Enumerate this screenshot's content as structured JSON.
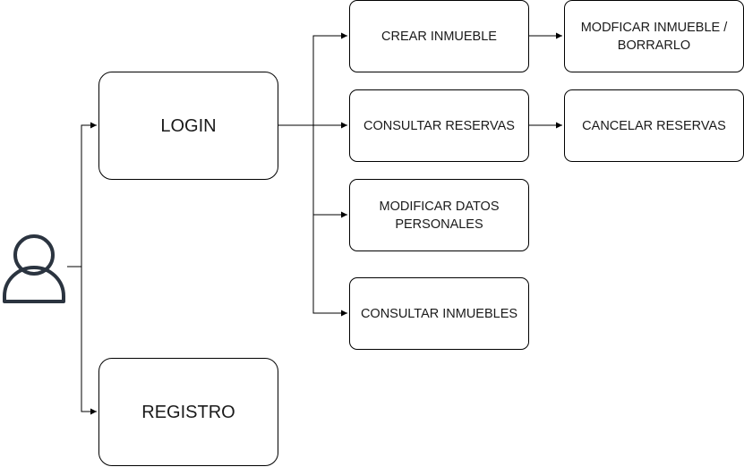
{
  "diagram": {
    "actor": {
      "icon": "user-icon"
    },
    "nodes": {
      "login": "LOGIN",
      "registro": "REGISTRO",
      "crear_inmueble": "CREAR INMUEBLE",
      "consultar_reservas": "CONSULTAR RESERVAS",
      "modificar_datos": "MODIFICAR DATOS PERSONALES",
      "consultar_inmuebles": "CONSULTAR INMUEBLES",
      "modificar_inmueble": "MODFICAR INMUEBLE / BORRARLO",
      "cancelar_reservas": "CANCELAR RESERVAS"
    },
    "edges": [
      {
        "from": "user",
        "to": "login"
      },
      {
        "from": "user",
        "to": "registro"
      },
      {
        "from": "login",
        "to": "crear_inmueble"
      },
      {
        "from": "login",
        "to": "consultar_reservas"
      },
      {
        "from": "login",
        "to": "modificar_datos"
      },
      {
        "from": "login",
        "to": "consultar_inmuebles"
      },
      {
        "from": "crear_inmueble",
        "to": "modificar_inmueble"
      },
      {
        "from": "consultar_reservas",
        "to": "cancelar_reservas"
      }
    ],
    "colors": {
      "stroke": "#000000",
      "icon": "#2b3440",
      "fill": "#ffffff"
    }
  }
}
